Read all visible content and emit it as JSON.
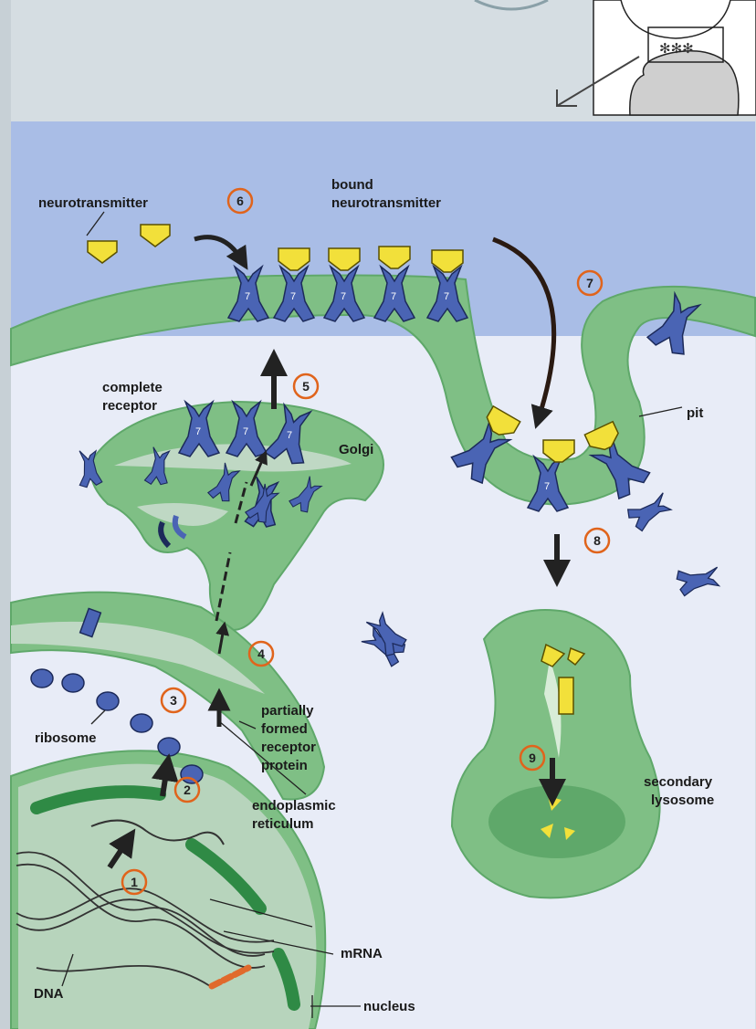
{
  "labels": {
    "neurotransmitter": "neurotransmitter",
    "bound_line1": "bound",
    "bound_line2": "neurotransmitter",
    "complete_line1": "complete",
    "complete_line2": "receptor",
    "golgi": "Golgi",
    "pit": "pit",
    "ribosome": "ribosome",
    "partially_line1": "partially",
    "partially_line2": "formed",
    "partially_line3": "receptor",
    "partially_line4": "protein",
    "er_line1": "endoplasmic",
    "er_line2": "reticulum",
    "mrna": "mRNA",
    "dna": "DNA",
    "nucleus": "nucleus",
    "lysosome_line1": "secondary",
    "lysosome_line2": "lysosome"
  },
  "steps": [
    "1",
    "2",
    "3",
    "4",
    "5",
    "6",
    "7",
    "8",
    "9"
  ],
  "receptor_mark": "7",
  "colors": {
    "synaptic_space": "#a9bde6",
    "cytoplasm": "#e8ecf7",
    "membrane": "#7fbf85",
    "membrane_dark": "#5fa86a",
    "receptor": "#4a64b4",
    "neurotransmitter": "#f2e03a",
    "step_circle": "#e0641c",
    "slide_bg": "#d5dde2"
  }
}
